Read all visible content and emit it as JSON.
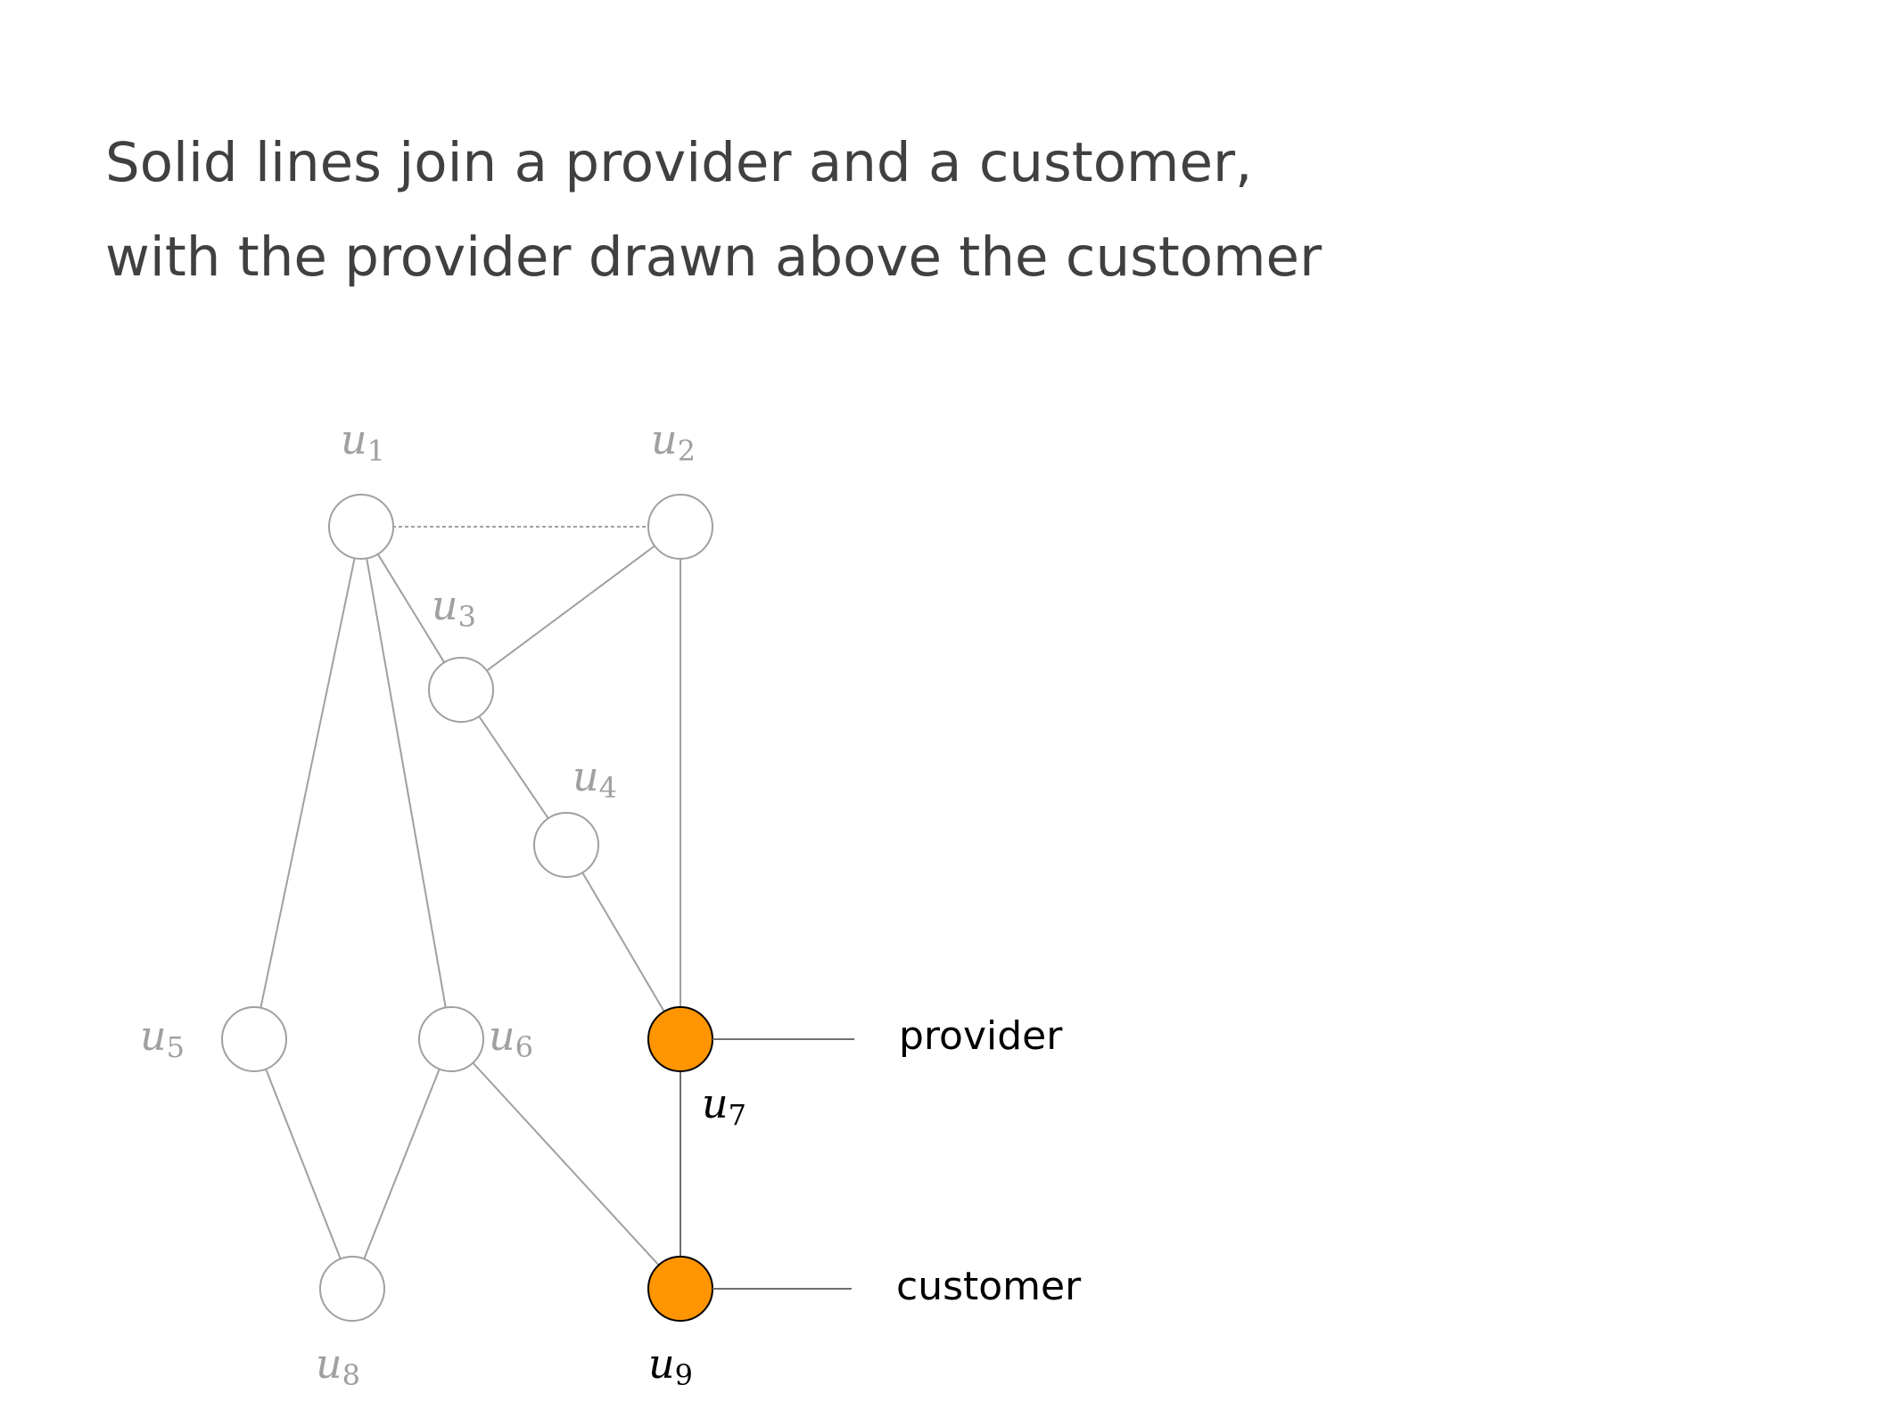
{
  "title": {
    "line1": "Solid lines join a provider and a customer,",
    "line2": "with the provider drawn above the customer"
  },
  "colors": {
    "highlight": "#FF9500",
    "muted": "#A0A0A0",
    "text": "#404040"
  },
  "nodes": [
    {
      "id": "u1",
      "label": "u",
      "sub": "1",
      "highlighted": false
    },
    {
      "id": "u2",
      "label": "u",
      "sub": "2",
      "highlighted": false
    },
    {
      "id": "u3",
      "label": "u",
      "sub": "3",
      "highlighted": false
    },
    {
      "id": "u4",
      "label": "u",
      "sub": "4",
      "highlighted": false
    },
    {
      "id": "u5",
      "label": "u",
      "sub": "5",
      "highlighted": false
    },
    {
      "id": "u6",
      "label": "u",
      "sub": "6",
      "highlighted": false
    },
    {
      "id": "u7",
      "label": "u",
      "sub": "7",
      "highlighted": true
    },
    {
      "id": "u8",
      "label": "u",
      "sub": "8",
      "highlighted": false
    },
    {
      "id": "u9",
      "label": "u",
      "sub": "9",
      "highlighted": true
    }
  ],
  "edges": [
    {
      "from": "u1",
      "to": "u2",
      "style": "dotted"
    },
    {
      "from": "u1",
      "to": "u3",
      "style": "solid"
    },
    {
      "from": "u2",
      "to": "u3",
      "style": "solid"
    },
    {
      "from": "u2",
      "to": "u7",
      "style": "solid"
    },
    {
      "from": "u3",
      "to": "u4",
      "style": "solid"
    },
    {
      "from": "u4",
      "to": "u7",
      "style": "solid"
    },
    {
      "from": "u1",
      "to": "u5",
      "style": "solid"
    },
    {
      "from": "u1",
      "to": "u6",
      "style": "solid"
    },
    {
      "from": "u5",
      "to": "u8",
      "style": "solid"
    },
    {
      "from": "u6",
      "to": "u8",
      "style": "solid"
    },
    {
      "from": "u6",
      "to": "u9",
      "style": "solid"
    },
    {
      "from": "u7",
      "to": "u9",
      "style": "solid"
    }
  ],
  "legend": {
    "provider": "provider",
    "customer": "customer"
  }
}
